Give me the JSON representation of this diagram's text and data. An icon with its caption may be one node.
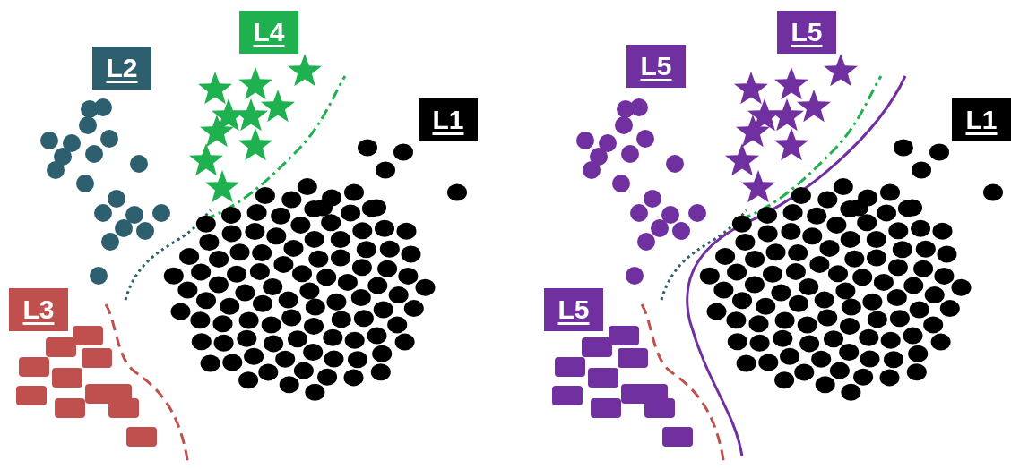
{
  "diagram": {
    "nodes": [
      {
        "text": [
          "L2"
        ]
      },
      {
        "text": [
          "L4"
        ]
      },
      {
        "text": [
          "L1"
        ]
      },
      {
        "text": [
          "L3"
        ]
      },
      {
        "text": [
          "L5"
        ]
      },
      {
        "text": [
          "L5"
        ]
      },
      {
        "text": [
          "L1"
        ]
      },
      {
        "text": [
          "L5"
        ]
      }
    ]
  }
}
